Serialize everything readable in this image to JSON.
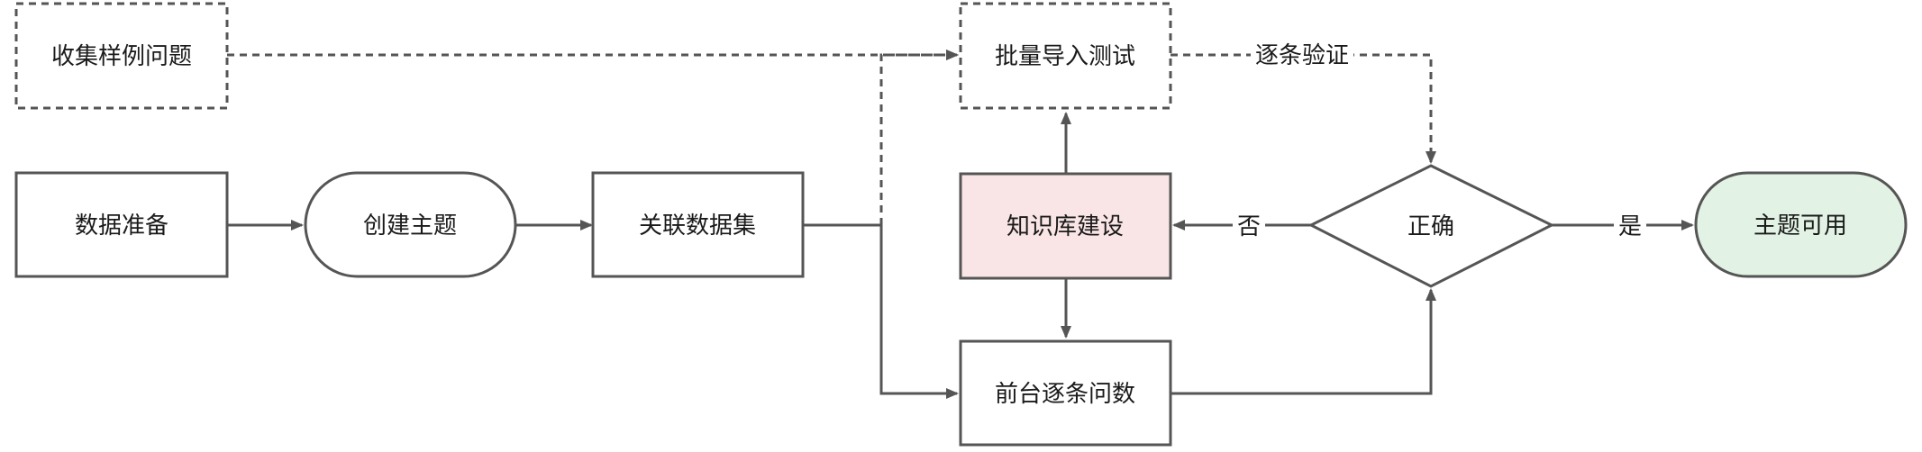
{
  "nodes": {
    "data_prep": "数据准备",
    "create_topic": "创建主题",
    "link_dataset": "关联数据集",
    "collect_samples": "收集样例问题",
    "batch_import": "批量导入测试",
    "kb_build": "知识库建设",
    "frontend_ask": "前台逐条问数",
    "correct": "正确",
    "topic_ready": "主题可用"
  },
  "edges": {
    "verify_each": "逐条验证",
    "no": "否",
    "yes": "是"
  },
  "colors": {
    "stroke": "#555555",
    "kb_fill": "#fae5e6",
    "ready_fill": "#e2f2e4",
    "default_fill": "#ffffff"
  }
}
